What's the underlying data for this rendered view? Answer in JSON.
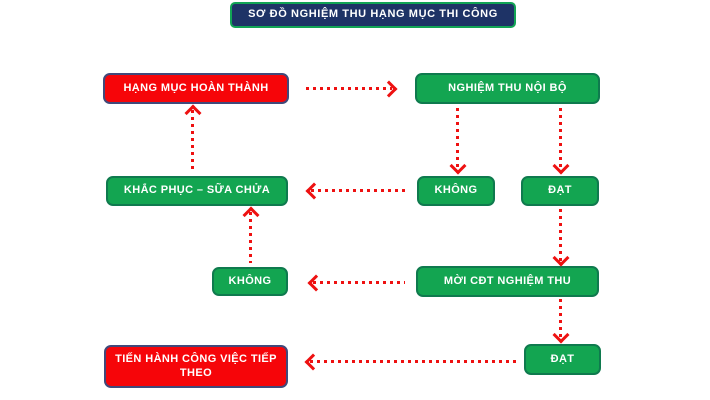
{
  "diagram": {
    "title": "SƠ ĐỒ NGHIỆM THU HẠNG MỤC THI CÔNG",
    "nodes": {
      "hang_muc_hoan_thanh": "HẠNG MỤC HOÀN THÀNH",
      "nghiem_thu_noi_bo": "NGHIỆM THU NỘI BỘ",
      "khac_phuc_sua_chua": "KHẮC PHỤC – SỮA CHỬA",
      "khong_1": "KHÔNG",
      "dat_1": "ĐẠT",
      "khong_2": "KHÔNG",
      "moi_cdt_nghiem_thu": "MỜI CĐT NGHIỆM THU",
      "tien_hanh_cong_viec_tiep_theo": "TIẾN HÀNH CÔNG VIỆC TIẾP THEO",
      "dat_2": "ĐẠT"
    },
    "edges": [
      {
        "from": "hang_muc_hoan_thanh",
        "to": "nghiem_thu_noi_bo",
        "direction": "right"
      },
      {
        "from": "nghiem_thu_noi_bo",
        "to": "khong_1",
        "direction": "down"
      },
      {
        "from": "nghiem_thu_noi_bo",
        "to": "dat_1",
        "direction": "down"
      },
      {
        "from": "khong_1",
        "to": "khac_phuc_sua_chua",
        "direction": "left"
      },
      {
        "from": "khac_phuc_sua_chua",
        "to": "hang_muc_hoan_thanh",
        "direction": "up"
      },
      {
        "from": "dat_1",
        "to": "moi_cdt_nghiem_thu",
        "direction": "down"
      },
      {
        "from": "moi_cdt_nghiem_thu",
        "to": "khong_2",
        "direction": "left"
      },
      {
        "from": "khong_2",
        "to": "khac_phuc_sua_chua",
        "direction": "up"
      },
      {
        "from": "moi_cdt_nghiem_thu",
        "to": "dat_2",
        "direction": "down"
      },
      {
        "from": "dat_2",
        "to": "tien_hanh_cong_viec_tiep_theo",
        "direction": "left"
      }
    ],
    "colors": {
      "node_red": "#f60509",
      "node_green": "#13a551",
      "title_navy": "#1e3366",
      "border_navy": "#41497a",
      "border_green": "#0f7a4e",
      "arrow_red": "#ee1111",
      "text": "#ffffff"
    }
  }
}
